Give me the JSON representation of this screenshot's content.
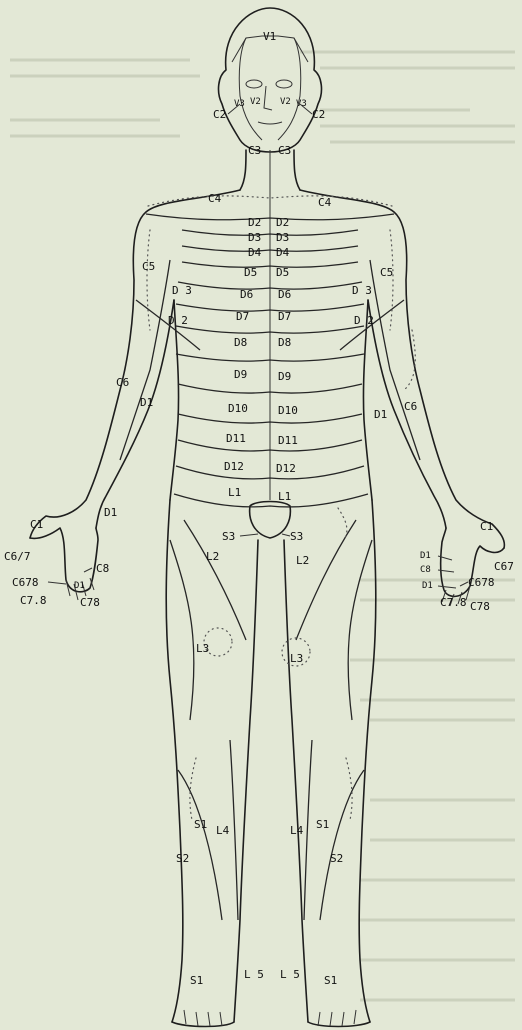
{
  "labels": {
    "V1": "V1",
    "V2": "V2",
    "V3": "V3",
    "C2": "C2",
    "C3": "C3",
    "C4": "C4",
    "C5": "C5",
    "C6": "C6",
    "C1": "C1",
    "C8": "C8",
    "C67": "C6/7",
    "C678": "C678",
    "C78": "C7.8",
    "C6_7": "C67",
    "C7_8": "C78",
    "D1": "D1",
    "D2": "D2",
    "D3": "D3",
    "D4": "D4",
    "D5": "D5",
    "D6": "D6",
    "D7": "D7",
    "D8": "D8",
    "D9": "D9",
    "D10": "D10",
    "D11": "D11",
    "D12": "D12",
    "L1": "L1",
    "L2": "L2",
    "L3": "L3",
    "L4": "L4",
    "L5": "L 5",
    "S1": "S1",
    "S2": "S2",
    "S3": "S3",
    "D2_vert": "D 2",
    "D3_vert": "D 3"
  }
}
